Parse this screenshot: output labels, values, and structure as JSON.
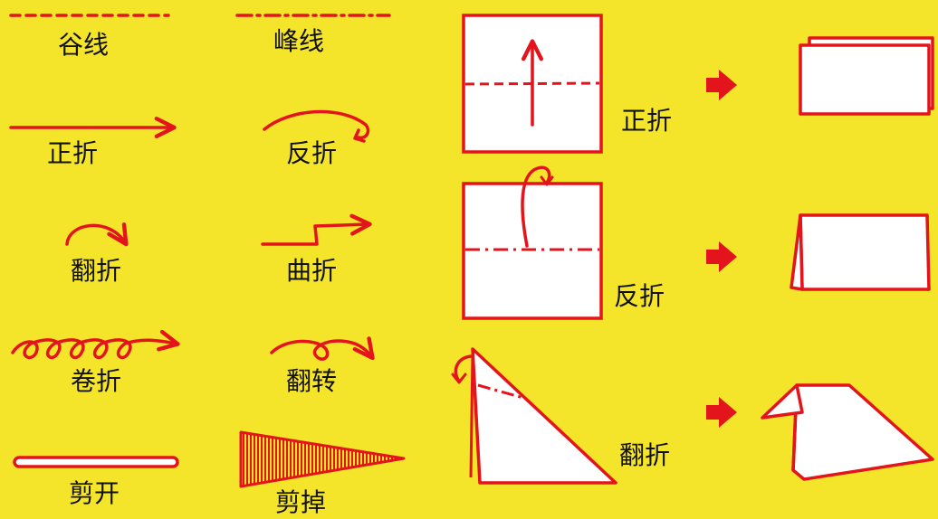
{
  "colors": {
    "background": "#f5e52a",
    "line": "#e3141b",
    "paper": "#ffffff",
    "text": "#111111"
  },
  "legend": {
    "valley_fold": "谷线",
    "mountain_fold": "峰线",
    "fold_forward": "正折",
    "fold_backward": "反折",
    "fold_over": "翻折",
    "pleat_fold": "曲折",
    "roll_fold": "卷折",
    "turn_over": "翻转",
    "cut": "剪开",
    "cut_off": "剪掉"
  },
  "examples": {
    "forward": "正折",
    "backward": "反折",
    "fold_over": "翻折"
  }
}
